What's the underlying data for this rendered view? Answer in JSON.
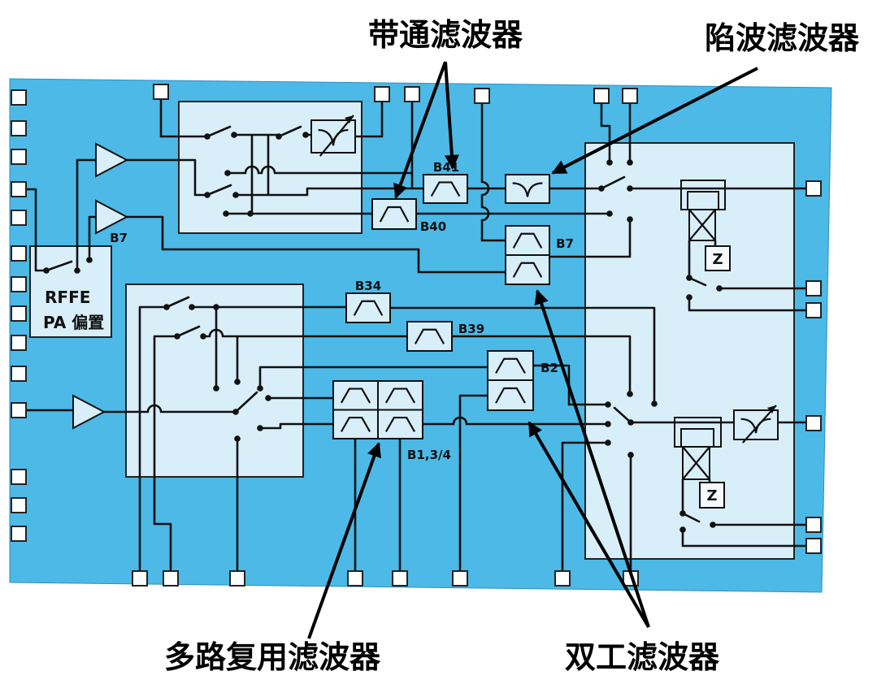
{
  "callouts": {
    "bandpass_filter": "带通滤波器",
    "notch_filter": "陷波滤波器",
    "multiplexer_filter": "多路复用滤波器",
    "duplexer_filter": "双工滤波器"
  },
  "band_labels": {
    "b41": "B41",
    "b40": "B40",
    "b7_amp": "B7",
    "b7_duplexer": "B7",
    "b34": "B34",
    "b39": "B39",
    "b2": "B2",
    "b1_3_4": "B1,3/4"
  },
  "rffe_block": {
    "line1": "RFFE",
    "line2": "PA 偏置"
  },
  "impedance_boxes": {
    "upper": "Z",
    "lower": "Z"
  },
  "colors": {
    "board": "#4cb9e7",
    "panel": "#d8eef9",
    "pin": "#ffffff",
    "line": "#111111"
  }
}
